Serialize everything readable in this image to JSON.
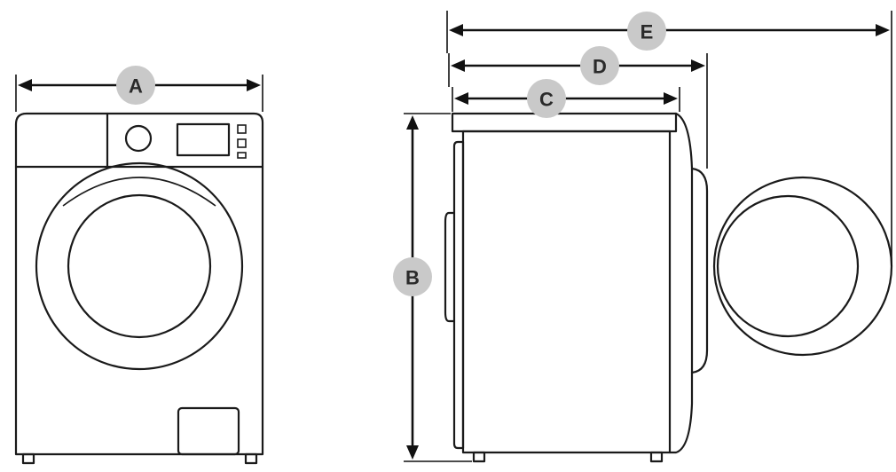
{
  "dimensions": {
    "A": "A",
    "B": "B",
    "C": "C",
    "D": "D",
    "E": "E"
  },
  "colors": {
    "badge_fill": "#c9c9c9",
    "line": "#1a1a1a"
  }
}
